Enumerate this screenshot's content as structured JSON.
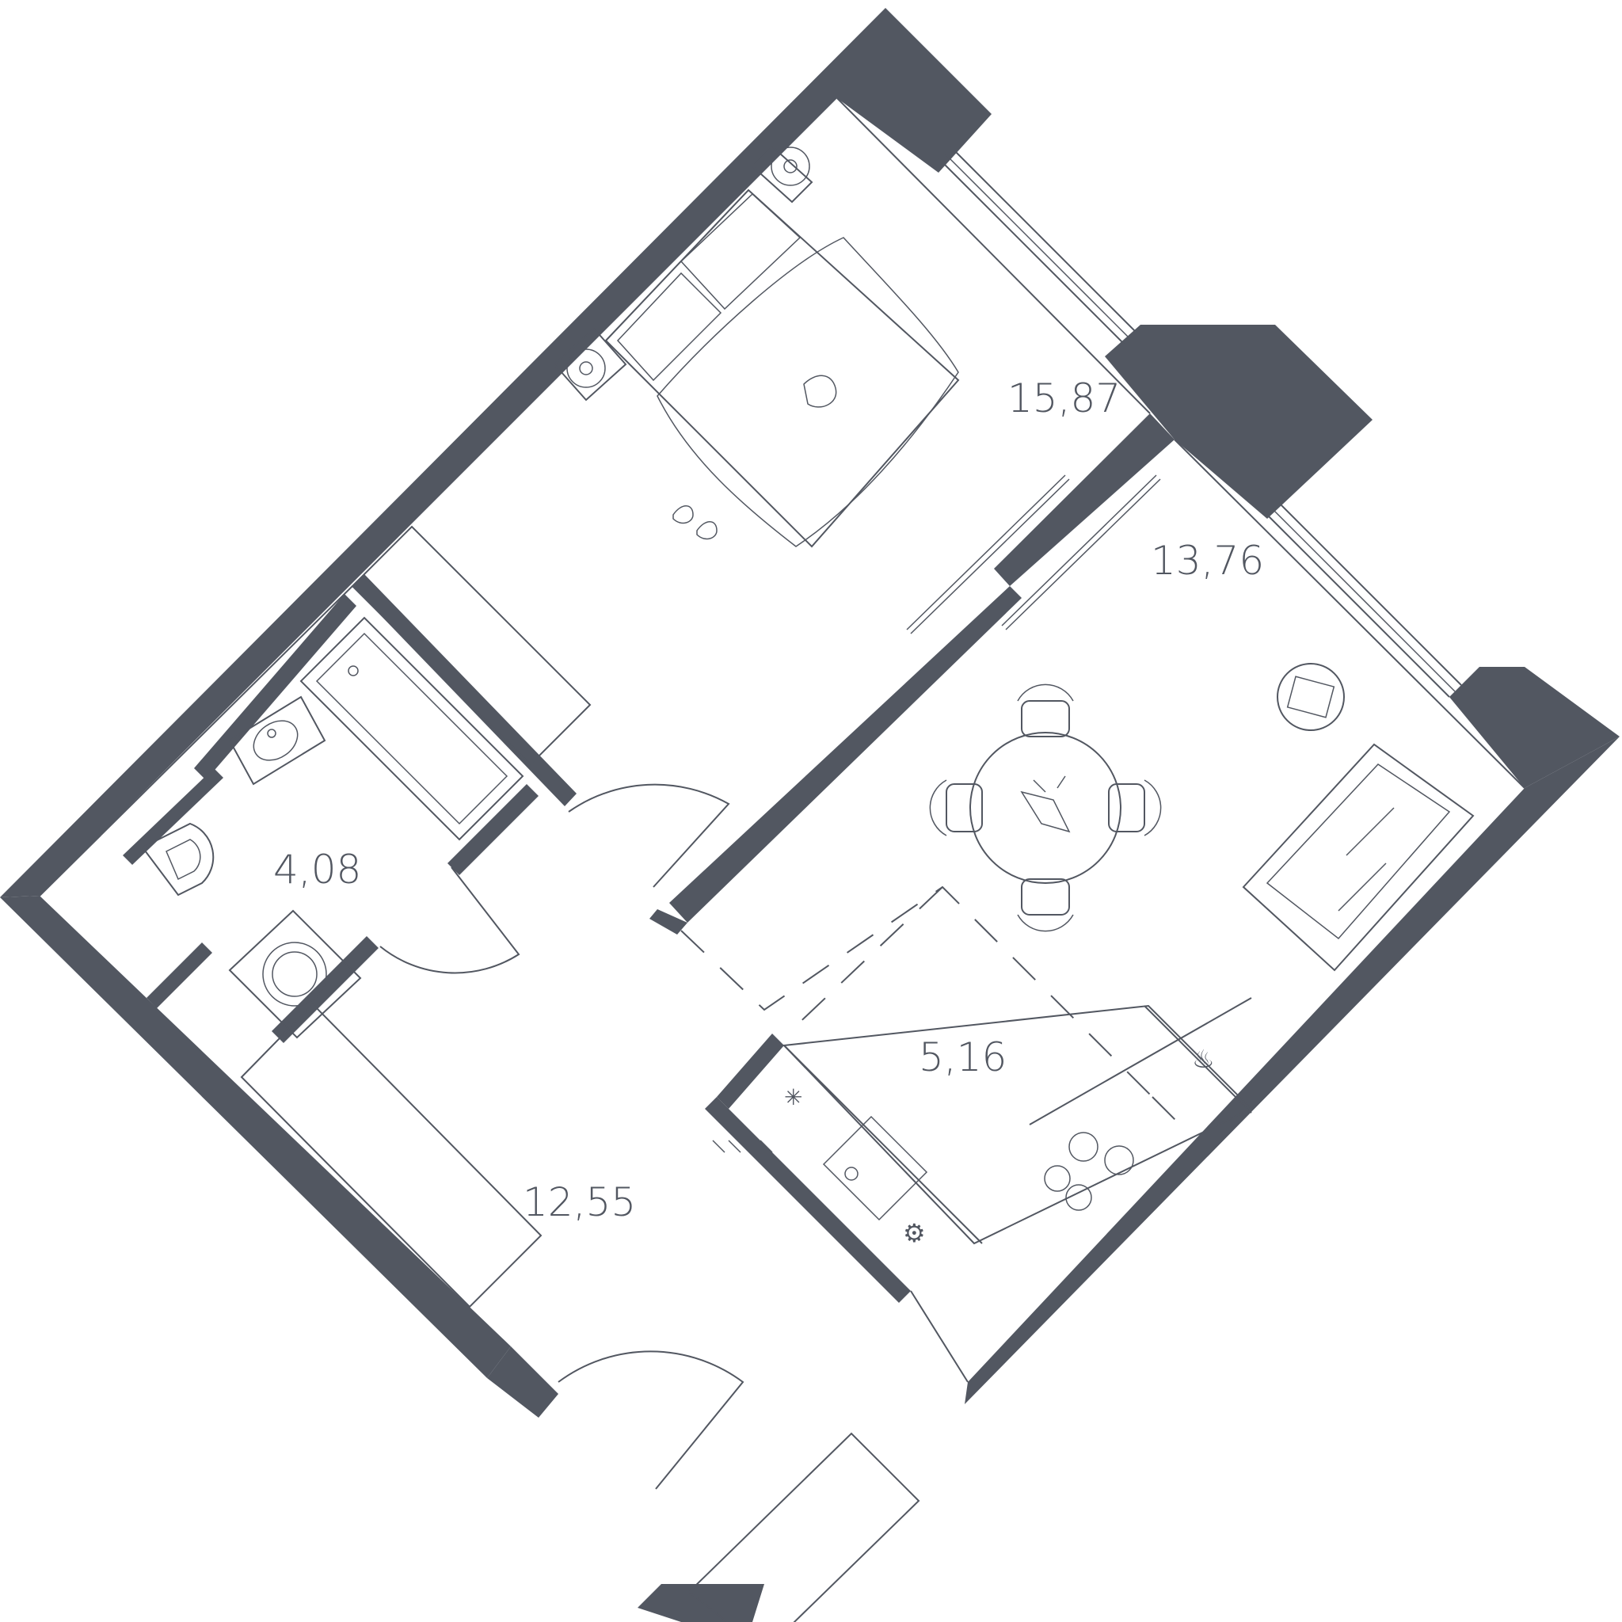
{
  "rooms": {
    "bedroom": {
      "area": "15,87"
    },
    "living": {
      "area": "13,76"
    },
    "bathroom": {
      "area": "4,08"
    },
    "kitchen": {
      "area": "5,16"
    },
    "hallway": {
      "area": "12,55"
    }
  },
  "colors": {
    "wall": "#525761",
    "background": "#ffffff",
    "line": "#525761"
  }
}
